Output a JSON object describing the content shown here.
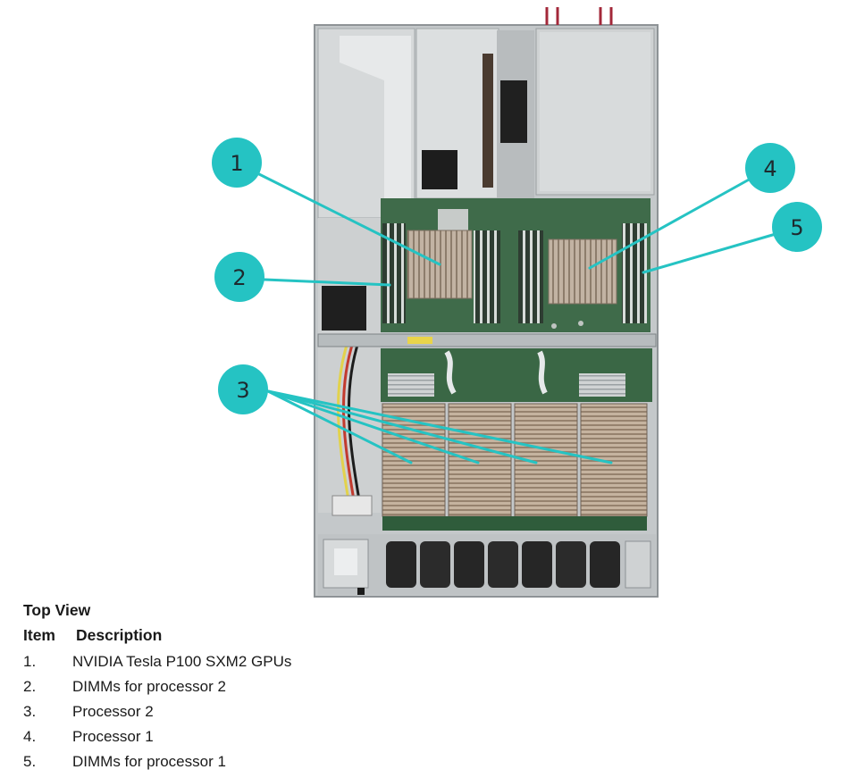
{
  "figure": {
    "callouts": [
      {
        "id": "1",
        "label": "1"
      },
      {
        "id": "2",
        "label": "2"
      },
      {
        "id": "3",
        "label": "3"
      },
      {
        "id": "4",
        "label": "4"
      },
      {
        "id": "5",
        "label": "5"
      }
    ],
    "colors": {
      "callout_fill": "#25c3c3",
      "chassis": "#c9cdcf",
      "pcb_green": "#3d6a48",
      "heatsink": "#b9a897",
      "fan": "#2a2a2a"
    }
  },
  "caption": {
    "title": "Top View",
    "col_item": "Item",
    "col_desc": "Description"
  },
  "items": [
    {
      "num": "1.",
      "desc": "NVIDIA Tesla P100 SXM2 GPUs"
    },
    {
      "num": "2.",
      "desc": "DIMMs for processor 2"
    },
    {
      "num": "3.",
      "desc": "Processor 2"
    },
    {
      "num": "4.",
      "desc": "Processor 1"
    },
    {
      "num": "5.",
      "desc": "DIMMs for processor 1"
    }
  ]
}
